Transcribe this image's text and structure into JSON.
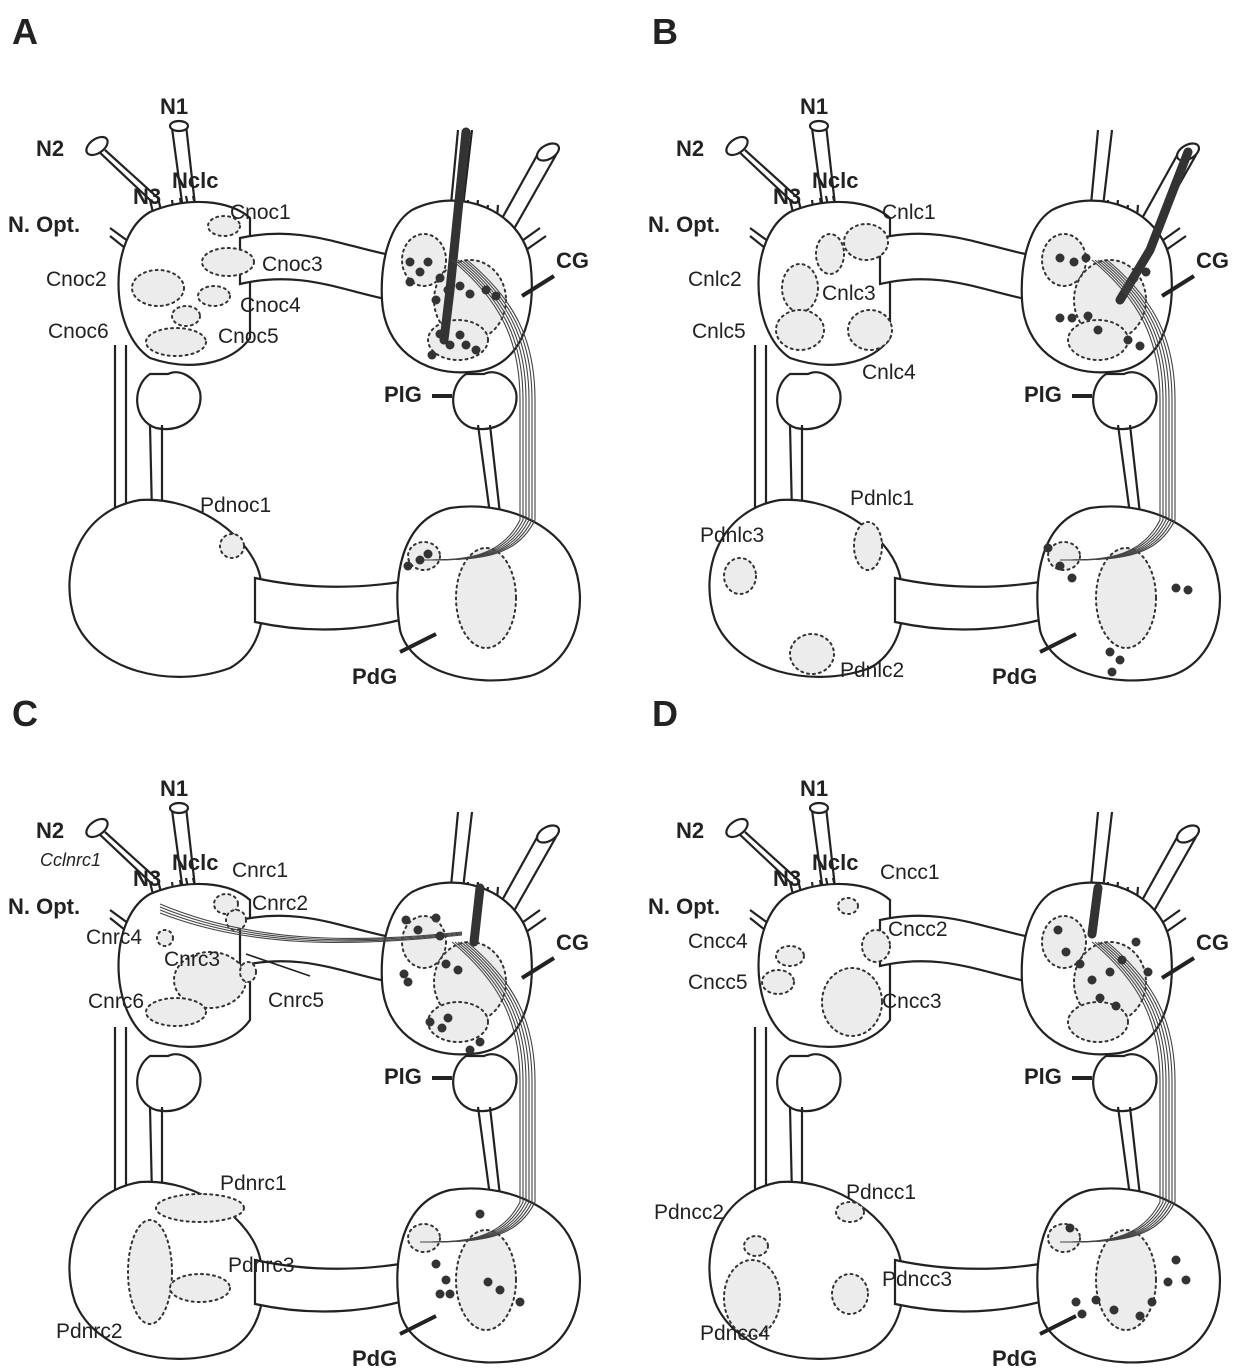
{
  "panels": [
    {
      "letter": "A",
      "nerves": {
        "n1": "N1",
        "n2": "N2",
        "n3": "N3",
        "nclc": "Nclc",
        "nopt": "N. Opt."
      },
      "ganglia": {
        "cg": "CG",
        "plg": "PlG",
        "pdg": "PdG"
      },
      "clusters": [
        "Cnoc1",
        "Cnoc2",
        "Cnoc3",
        "Cnoc4",
        "Cnoc5",
        "Cnoc6",
        "Pdnoc1"
      ]
    },
    {
      "letter": "B",
      "nerves": {
        "n1": "N1",
        "n2": "N2",
        "n3": "N3",
        "nclc": "Nclc",
        "nopt": "N. Opt."
      },
      "ganglia": {
        "cg": "CG",
        "plg": "PlG",
        "pdg": "PdG"
      },
      "clusters": [
        "Cnlc1",
        "Cnlc2",
        "Cnlc3",
        "Cnlc4",
        "Cnlc5",
        "Pdnlc1",
        "Pdnlc2",
        "Pdnlc3"
      ]
    },
    {
      "letter": "C",
      "nerves": {
        "n1": "N1",
        "n2": "N2",
        "n3": "N3",
        "nclc": "Nclc",
        "nopt": "N. Opt."
      },
      "ganglia": {
        "cg": "CG",
        "plg": "PlG",
        "pdg": "PdG"
      },
      "clusters": [
        "Cnrc1",
        "Cnrc2",
        "Cnrc3",
        "Cnrc4",
        "Cnrc5",
        "Cnrc6",
        "Pdnrc1",
        "Pdnrc2",
        "Pdnrc3"
      ],
      "extra_label": "Cclnrc1"
    },
    {
      "letter": "D",
      "nerves": {
        "n1": "N1",
        "n2": "N2",
        "n3": "N3",
        "nclc": "Nclc",
        "nopt": "N. Opt."
      },
      "ganglia": {
        "cg": "CG",
        "plg": "PlG",
        "pdg": "PdG"
      },
      "clusters": [
        "Cncc1",
        "Cncc2",
        "Cncc3",
        "Cncc4",
        "Cncc5",
        "Pdncc1",
        "Pdncc2",
        "Pdncc3",
        "Pdncc4"
      ]
    }
  ]
}
